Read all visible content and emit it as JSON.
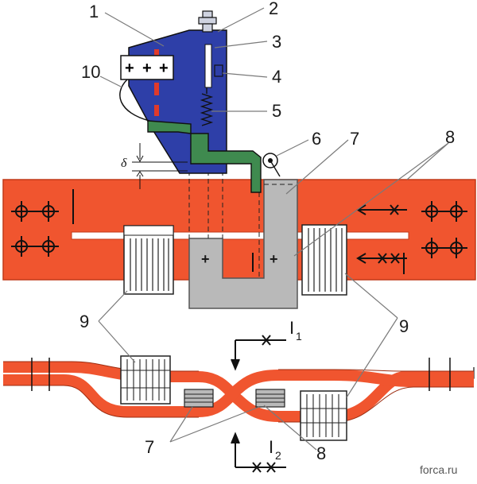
{
  "callouts": [
    "1",
    "2",
    "3",
    "4",
    "5",
    "6",
    "7",
    "8",
    "9",
    "10"
  ],
  "current_top": "I",
  "current_top_sub": "1",
  "current_bottom": "I",
  "current_bottom_sub": "2",
  "gap_symbol": "δ",
  "plus_sign": "+",
  "watermark": "forca.ru",
  "colors": {
    "busbar": "#f0552f",
    "busbar_dark": "#c13a18",
    "relay_body": "#2e3fa8",
    "armature": "#3f8a4f",
    "magnet": "#b9b9b9",
    "coil": "#ffffff"
  }
}
